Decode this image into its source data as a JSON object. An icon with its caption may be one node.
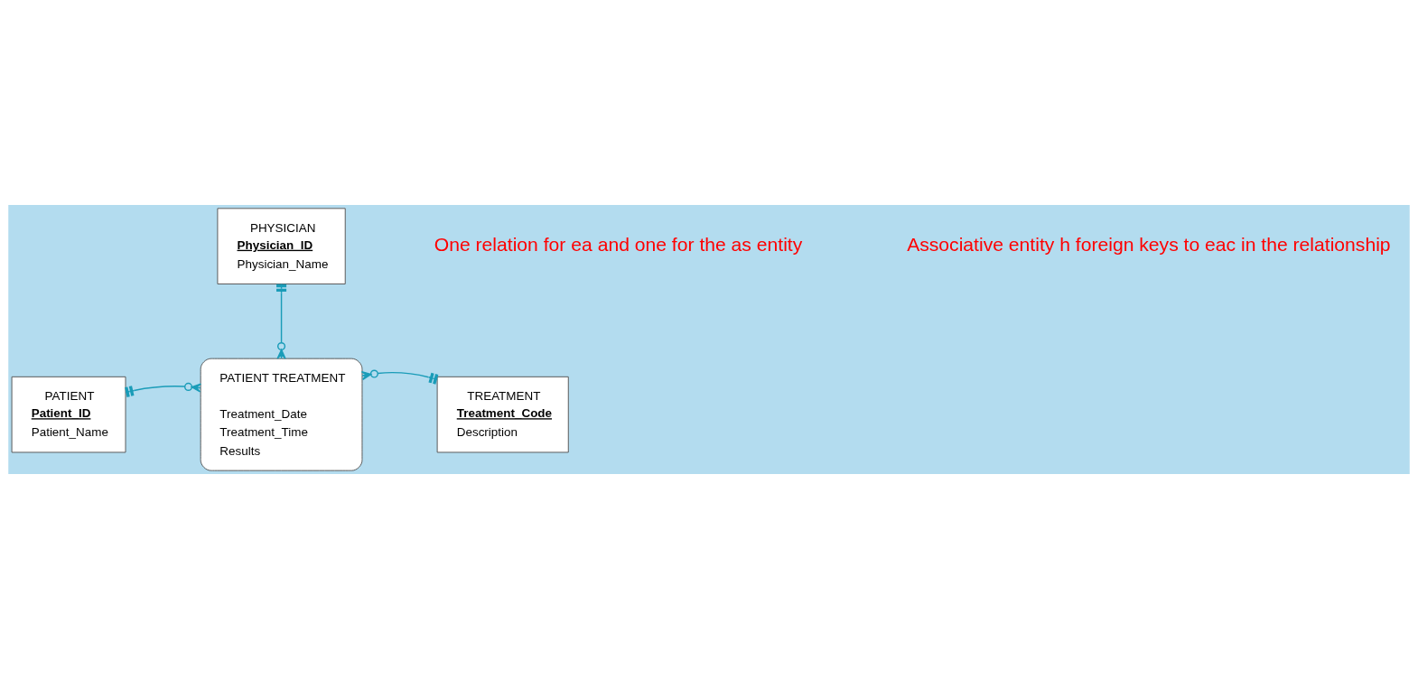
{
  "diagram": {
    "nodes": [
      {
        "text": [
          "PHYSICIAN",
          "Physician_ID",
          "Physician_Name"
        ]
      },
      {
        "text": [
          "PATIENT",
          "Patient_ID",
          "Patient_Name"
        ]
      },
      {
        "text": [
          "PATIENT TREATMENT",
          "Treatment_Date Treatment_Time Results"
        ]
      },
      {
        "text": [
          "TREATMENT",
          "Treatment_Code",
          "Description"
        ]
      }
    ],
    "edges": [
      {
        "from": 0,
        "to": 2,
        "arrow": "other"
      },
      {
        "from": 1,
        "to": 2,
        "arrow": "other"
      },
      {
        "from": 3,
        "to": 2,
        "arrow": "other"
      }
    ],
    "labels": [
      "One relation for ea and one for the as entity",
      "Associative entity h foreign keys to eac in the relationship"
    ]
  }
}
